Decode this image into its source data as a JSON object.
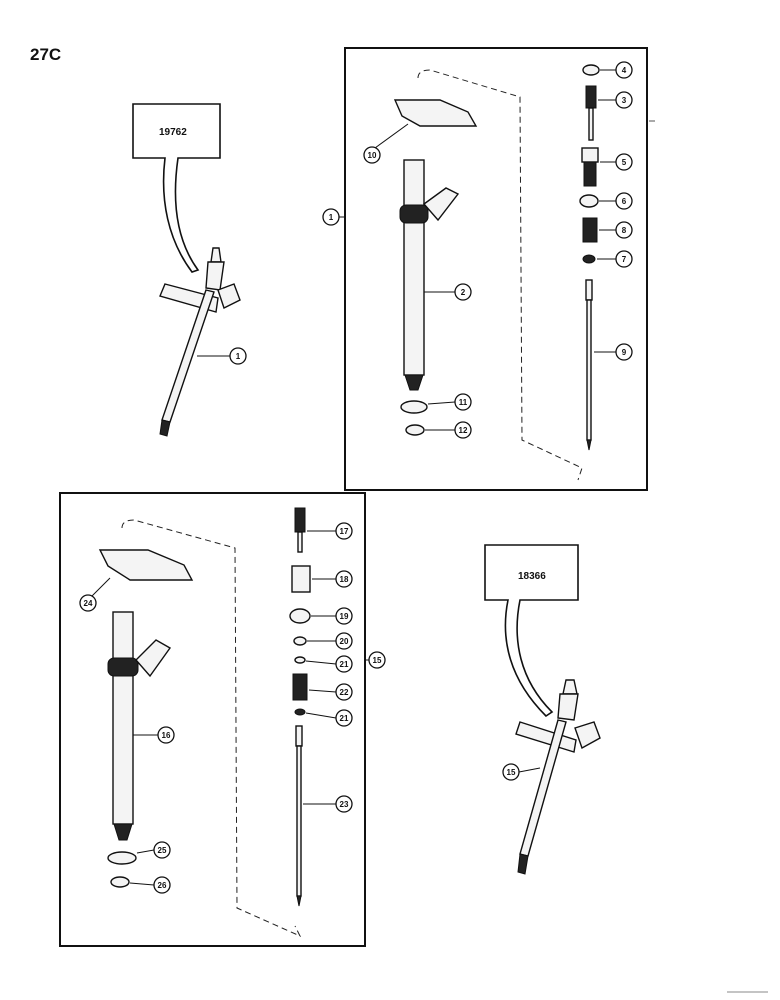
{
  "page_number": "27C",
  "callouts": {
    "left": "19762",
    "right": "18366"
  },
  "labels": {
    "n1": "1",
    "n2": "2",
    "n3": "3",
    "n4": "4",
    "n5": "5",
    "n6": "6",
    "n7": "7",
    "n8": "8",
    "n9": "9",
    "n10": "10",
    "n11": "11",
    "n12": "12",
    "n15": "15",
    "n16": "16",
    "n17": "17",
    "n18": "18",
    "n19": "19",
    "n20": "20",
    "n21": "21",
    "n22": "22",
    "n23": "23",
    "n24": "24",
    "n25": "25",
    "n26": "26"
  }
}
